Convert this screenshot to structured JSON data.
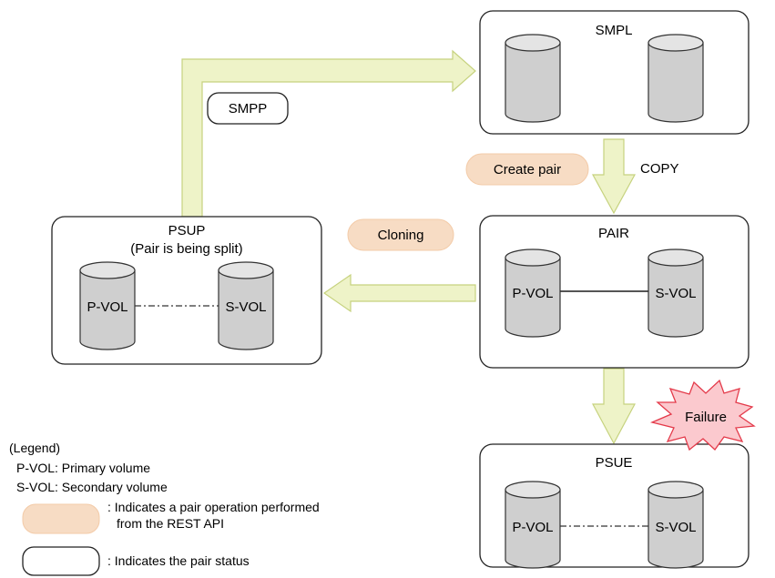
{
  "states": {
    "smpl": {
      "title": "SMPL"
    },
    "pair": {
      "title": "PAIR",
      "primary": "P-VOL",
      "secondary": "S-VOL"
    },
    "psup": {
      "title": "PSUP",
      "subtitle": "(Pair is being split)",
      "primary": "P-VOL",
      "secondary": "S-VOL"
    },
    "psue": {
      "title": "PSUE",
      "primary": "P-VOL",
      "secondary": "S-VOL"
    }
  },
  "transitions": {
    "smpp": "SMPP",
    "copy": "COPY",
    "create_pair": "Create pair",
    "cloning": "Cloning",
    "failure": "Failure"
  },
  "legend": {
    "heading": "(Legend)",
    "pvol": "P-VOL: Primary volume",
    "svol": "S-VOL: Secondary volume",
    "operation_line1": ": Indicates a pair operation performed",
    "operation_line2": "from the REST API",
    "status": ": Indicates the pair status"
  },
  "colors": {
    "operation_fill": "#f7dcc4",
    "arrow_fill": "#eef3c8",
    "failure_fill": "#fbc9ce",
    "failure_stroke": "#e43a4a"
  }
}
